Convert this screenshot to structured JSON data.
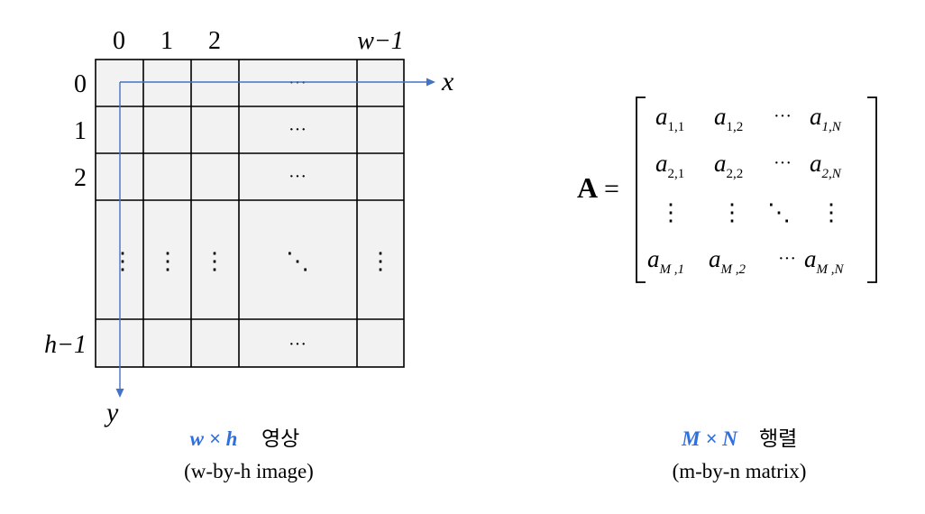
{
  "image": {
    "col_labels": [
      "0",
      "1",
      "2",
      "w−1"
    ],
    "row_labels": [
      "0",
      "1",
      "2",
      "h−1"
    ],
    "axis_x": "x",
    "axis_y": "y",
    "hdots": "···",
    "vdots": "⋮",
    "ddots": "⋱",
    "caption_math": "w × h",
    "caption_korean": "영상",
    "caption_english": "(w-by-h image)",
    "accent_color": "#2f6fe0",
    "grid_fill": "#f2f2f2"
  },
  "matrix": {
    "name": "A",
    "equals": "=",
    "entries": [
      [
        {
          "base": "a",
          "sub": "1,1"
        },
        {
          "base": "a",
          "sub": "1,2"
        },
        {
          "base": "···",
          "sub": ""
        },
        {
          "base": "a",
          "sub": "1,N"
        }
      ],
      [
        {
          "base": "a",
          "sub": "2,1"
        },
        {
          "base": "a",
          "sub": "2,2"
        },
        {
          "base": "···",
          "sub": ""
        },
        {
          "base": "a",
          "sub": "2,N"
        }
      ],
      [
        {
          "base": "⋮",
          "sub": ""
        },
        {
          "base": "⋮",
          "sub": ""
        },
        {
          "base": "⋱",
          "sub": ""
        },
        {
          "base": "⋮",
          "sub": ""
        }
      ],
      [
        {
          "base": "a",
          "sub": "M ,1"
        },
        {
          "base": "a",
          "sub": "M ,2"
        },
        {
          "base": "···",
          "sub": ""
        },
        {
          "base": "a",
          "sub": "M ,N"
        }
      ]
    ],
    "caption_math": "M × N",
    "caption_korean": "행렬",
    "caption_english": "(m-by-n matrix)"
  }
}
